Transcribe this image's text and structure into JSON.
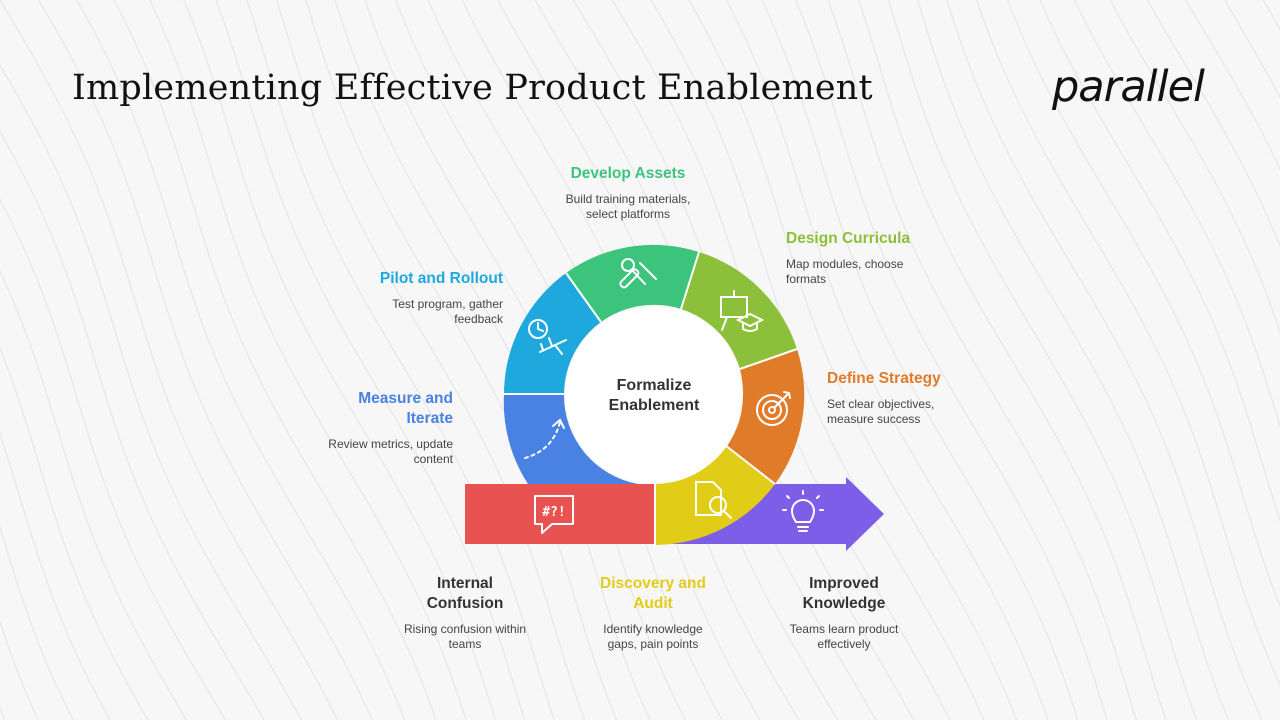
{
  "title": "Implementing Effective Product Enablement",
  "logo": "parallel",
  "center": "Formalize Enablement",
  "colors": {
    "internal_confusion": "#e85352",
    "discovery_audit": "#e1cd17",
    "improved_knowledge": "#7c5ee8",
    "define_strategy": "#e07b2a",
    "design_curricula": "#8cbf3a",
    "develop_assets": "#3cc47c",
    "pilot_rollout": "#1ea8dd",
    "measure_iterate": "#4a82e3"
  },
  "stages": {
    "develop_assets": {
      "title": "Develop Assets",
      "desc": "Build training materials, select platforms",
      "icon": "wrench-screwdriver-icon"
    },
    "design_curricula": {
      "title": "Design Curricula",
      "desc": "Map modules, choose formats",
      "icon": "easel-graduation-cap-icon"
    },
    "define_strategy": {
      "title": "Define Strategy",
      "desc": "Set clear objectives, measure success",
      "icon": "target-arrow-icon"
    },
    "pilot_rollout": {
      "title": "Pilot and Rollout",
      "desc": "Test program, gather feedback",
      "icon": "clock-airplane-icon"
    },
    "measure_iterate": {
      "title": "Measure and Iterate",
      "desc": "Review metrics, update content",
      "icon": "trend-arrow-icon"
    },
    "internal_confusion": {
      "title": "Internal Confusion",
      "desc": "Rising confusion within teams",
      "icon": "confused-speech-bubble-icon"
    },
    "discovery_audit": {
      "title": "Discovery and Audit",
      "desc": "Identify knowledge gaps, pain points",
      "icon": "document-magnifier-icon"
    },
    "improved_knowledge": {
      "title": "Improved Knowledge",
      "desc": "Teams learn product effectively",
      "icon": "lightbulb-icon"
    }
  }
}
